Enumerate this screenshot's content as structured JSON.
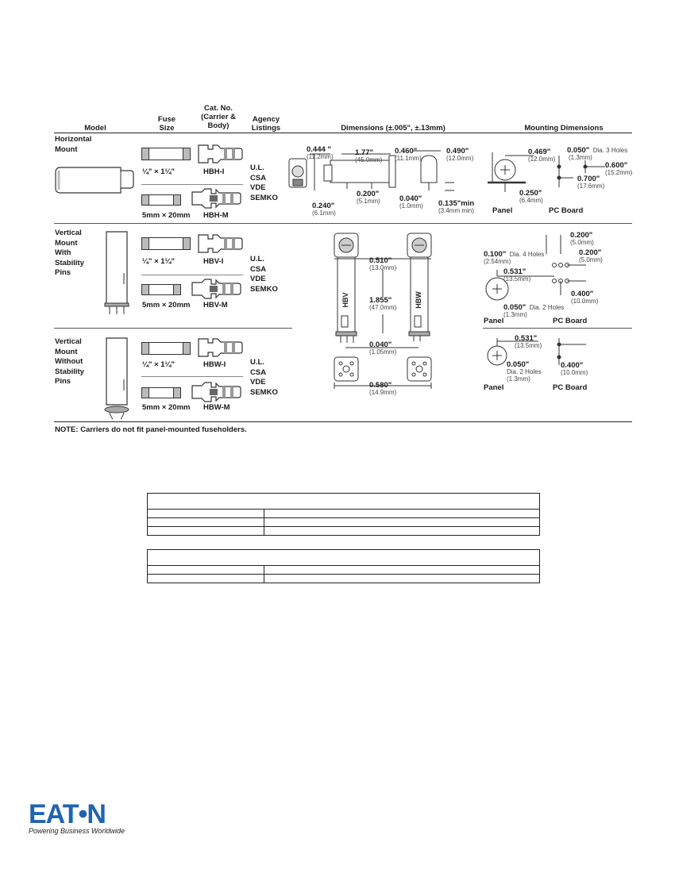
{
  "headers": {
    "model": "Model",
    "fuse_size": [
      "Fuse",
      "Size"
    ],
    "cat_no": [
      "Cat. No.",
      "(Carrier &",
      "Body)"
    ],
    "agency": [
      "Agency",
      "Listings"
    ],
    "dimensions": "Dimensions (±.005\", ±.13mm)",
    "mounting": "Mounting Dimensions"
  },
  "rows": [
    {
      "model": [
        "Horizontal",
        "Mount"
      ],
      "fuse1": "¼\" × 1¼\"",
      "cat1": "HBH-I",
      "fuse2": "5mm × 20mm",
      "cat2": "HBH-M",
      "agencies": [
        "U.L.",
        "CSA",
        "VDE",
        "SEMKO"
      ]
    },
    {
      "model": [
        "Vertical",
        "Mount",
        "With",
        "Stability",
        "Pins"
      ],
      "fuse1": "¼\" × 1¼\"",
      "cat1": "HBV-I",
      "fuse2": "5mm × 20mm",
      "cat2": "HBV-M",
      "agencies": [
        "U.L.",
        "CSA",
        "VDE",
        "SEMKO"
      ]
    },
    {
      "model": [
        "Vertical",
        "Mount",
        "Without",
        "Stability",
        "Pins"
      ],
      "fuse1": "¼\" × 1¼\"",
      "cat1": "HBW-I",
      "fuse2": "5mm × 20mm",
      "cat2": "HBW-M",
      "agencies": [
        "U.L.",
        "CSA",
        "VDE",
        "SEMKO"
      ]
    }
  ],
  "dims_h": {
    "d1": [
      "0.444 \"",
      "(11.2mm)"
    ],
    "d2": [
      "1.77\"",
      "(45.0mm)"
    ],
    "d3": [
      "0.460\"",
      "(11.1mm)"
    ],
    "d4": [
      "0.490\"",
      "(12.0mm)"
    ],
    "d5": [
      "0.200\"",
      "(5.1mm)"
    ],
    "d6": [
      "0.240\"",
      "(6.1mm)"
    ],
    "d7": [
      "0.040\"",
      "(1.0mm)"
    ],
    "d8": [
      "0.135\"min",
      "(3.4mm min)"
    ]
  },
  "dims_v": {
    "d1": [
      "0.510\"",
      "(13.0mm)"
    ],
    "d2": [
      "1.855\"",
      "(47.0mm)"
    ],
    "d3": [
      "0.040\"",
      "(1.05mm)"
    ],
    "d4": [
      "0.580\"",
      "(14.9mm)"
    ],
    "label_left": "HBV",
    "label_right": "HBW"
  },
  "mount_h": {
    "m1": [
      "0.469\"",
      "(12.0mm)"
    ],
    "m2": "0.050\"",
    "m2b": "Dia. 3 Holes",
    "m2c": "(1.3mm)",
    "m3": [
      "0.600\"",
      "(15.2mm)"
    ],
    "m4": [
      "0.700\"",
      "(17.6mm)"
    ],
    "m5": [
      "0.250\"",
      "(6.4mm)"
    ],
    "panel": "Panel",
    "pcb": "PC Board"
  },
  "mount_v": {
    "m1": [
      "0.200\"",
      "(5.0mm)"
    ],
    "m2": "0.100\"",
    "m2b": "Dia. 4 Holes",
    "m2c": "(2.54mm)",
    "m3": [
      "0.200\"",
      "(5.0mm)"
    ],
    "m4": [
      "0.531\"",
      "(13.5mm)"
    ],
    "m5": [
      "0.400\"",
      "(10.0mm)"
    ],
    "m6": "0.050\"",
    "m6b": "Dia. 2 Holes",
    "m6c": "(1.3mm)",
    "panel": "Panel",
    "pcb": "PC Board"
  },
  "mount_w": {
    "m1": [
      "0.531\"",
      "(13.5mm)"
    ],
    "m2": "0.050\"",
    "m2b": "Dia. 2 Holes",
    "m2c": "(1.3mm)",
    "m3": [
      "0.400\"",
      "(10.0mm)"
    ],
    "panel": "Panel",
    "pcb": "PC Board"
  },
  "note_label": "NOTE:",
  "note_text": "Carriers do not fit panel-mounted fuseholders.",
  "logo": {
    "brand": "EAT•N",
    "tagline": "Powering Business Worldwide",
    "color": "#1f64b0"
  }
}
